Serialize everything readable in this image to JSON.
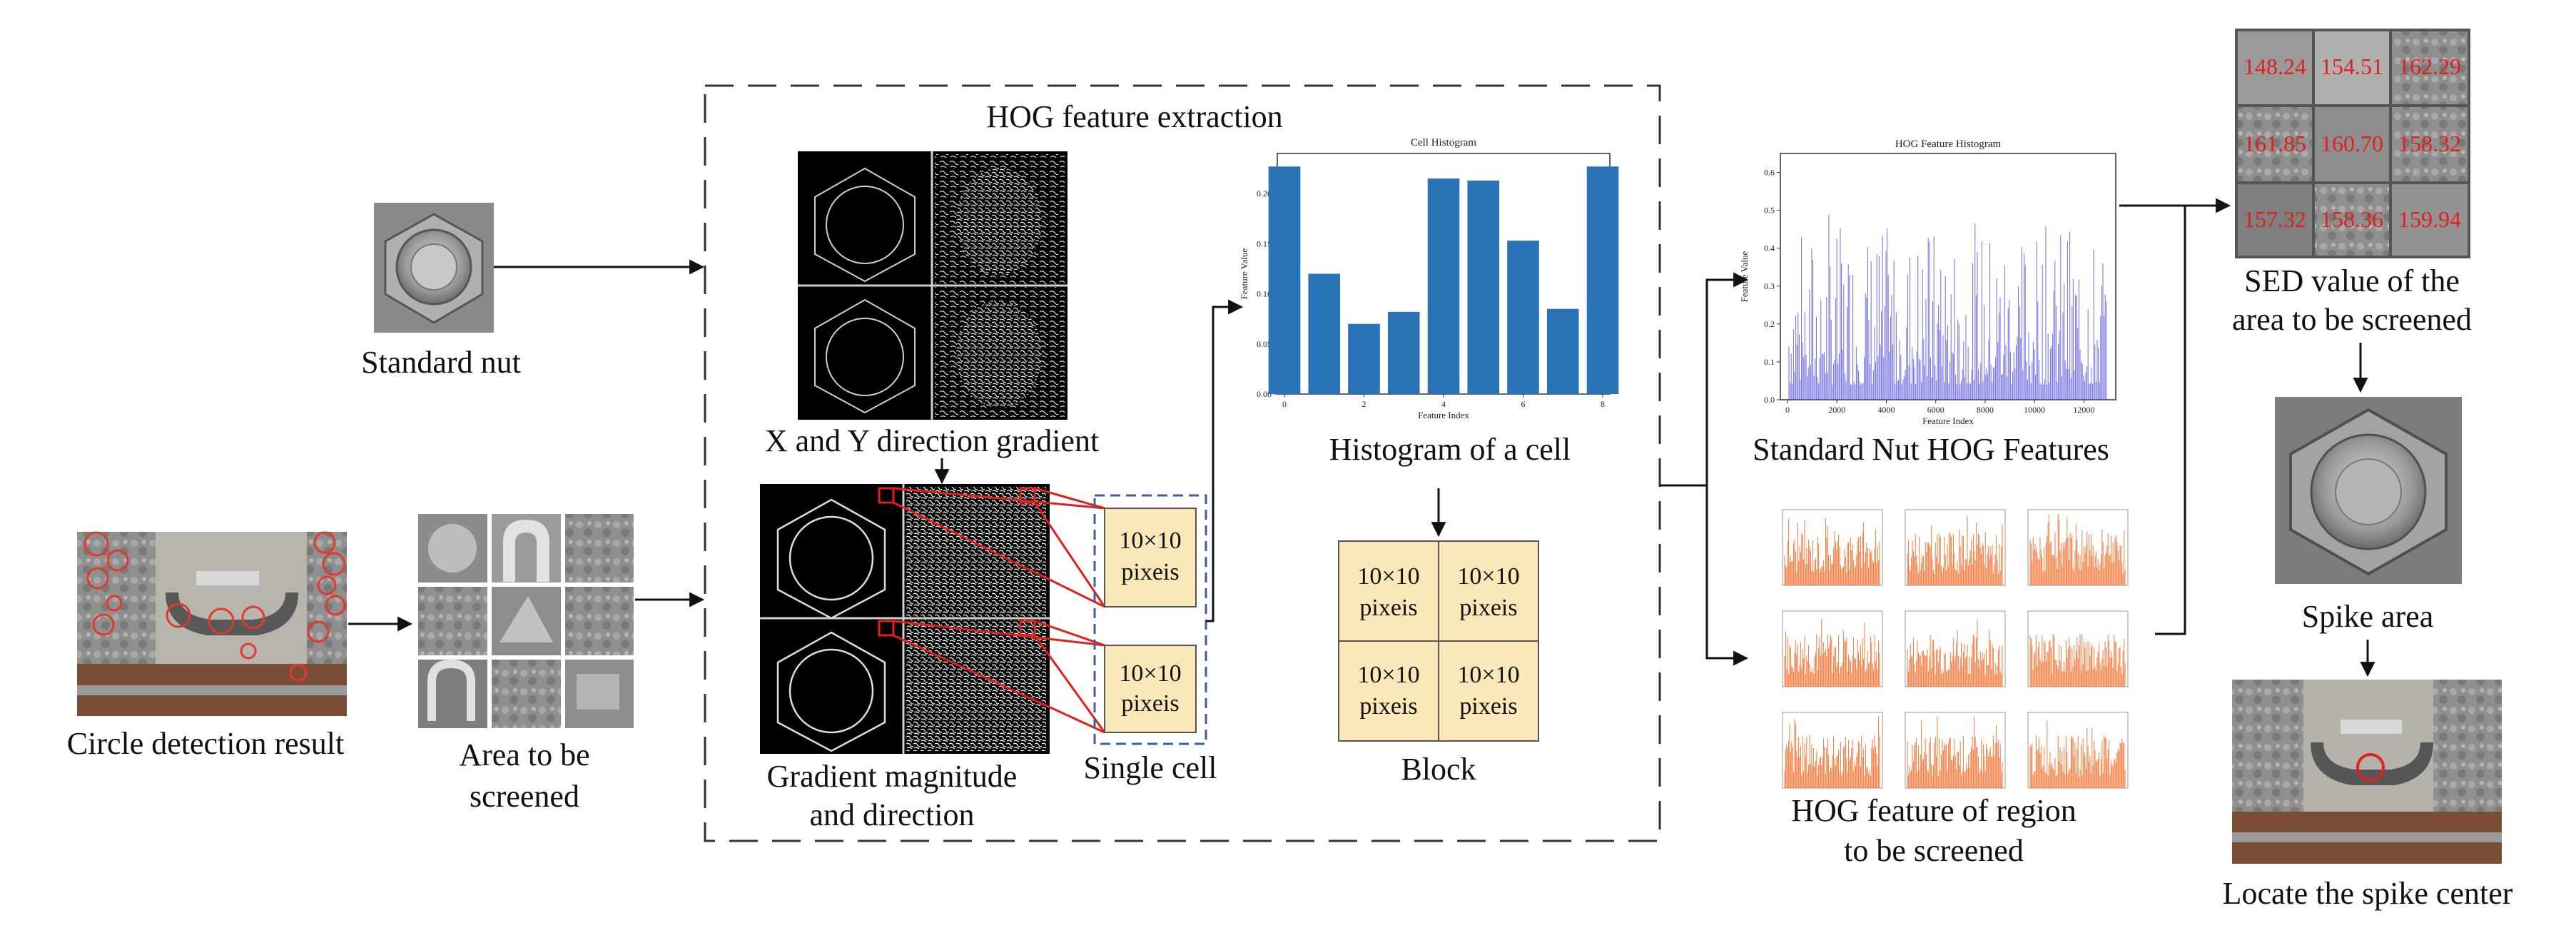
{
  "labels": {
    "standard_nut": "Standard nut",
    "circle_detection": "Circle detection result",
    "area_line1": "Area to be",
    "area_line2": "screened",
    "hog_title": "HOG feature extraction",
    "xy_gradient": "X and Y direction gradient",
    "grad_mag_line1": "Gradient magnitude",
    "grad_mag_line2": "and direction",
    "single_cell": "Single cell",
    "histogram_of_cell": "Histogram of a cell",
    "block": "Block",
    "std_nut_hog": "Standard Nut HOG Features",
    "hog_region_line1": "HOG feature of",
    "hog_region_line2": "region",
    "hog_region_line3": "to be screened",
    "sed_line1": "SED value of the",
    "sed_line2": "area to be screened",
    "spike_area": "Spike area",
    "locate_spike": "Locate the spike center"
  },
  "cell_text": {
    "line1": "10×10",
    "line2": "pixeis"
  },
  "sed_values": [
    "148.24",
    "154.51",
    "162.29",
    "161.85",
    "160.70",
    "158.32",
    "157.32",
    "158.36",
    "159.94"
  ],
  "colors": {
    "cell_fill": "#fbe8b8",
    "bar_blue": "#2a73b7",
    "hog_purple": "#5a52e0",
    "orange": "#f07a3c",
    "red": "#e0201c",
    "dash_blue": "#3d5fa0"
  },
  "chart_data": [
    {
      "type": "bar",
      "title": "Cell Histogram",
      "xlabel": "Feature Index",
      "ylabel": "Feature Value",
      "categories": [
        0,
        1,
        2,
        3,
        4,
        5,
        6,
        7,
        8
      ],
      "values": [
        0.227,
        0.12,
        0.07,
        0.082,
        0.215,
        0.213,
        0.153,
        0.085,
        0.227
      ],
      "ylim": [
        0,
        0.24
      ],
      "yticks": [
        "0.00",
        "0.05",
        "0.10",
        "0.15",
        "0.20"
      ],
      "xticks": [
        "0",
        "2",
        "4",
        "6",
        "8"
      ]
    },
    {
      "type": "bar",
      "title": "HOG Feature Histogram",
      "xlabel": "Feature Index",
      "ylabel": "Feature Value",
      "xlim": [
        0,
        13000
      ],
      "ylim": [
        0,
        0.65
      ],
      "yticks": [
        "0.0",
        "0.1",
        "0.2",
        "0.3",
        "0.4",
        "0.5",
        "0.6"
      ],
      "xticks": [
        "0",
        "2000",
        "4000",
        "6000",
        "8000",
        "10000",
        "12000"
      ]
    }
  ]
}
